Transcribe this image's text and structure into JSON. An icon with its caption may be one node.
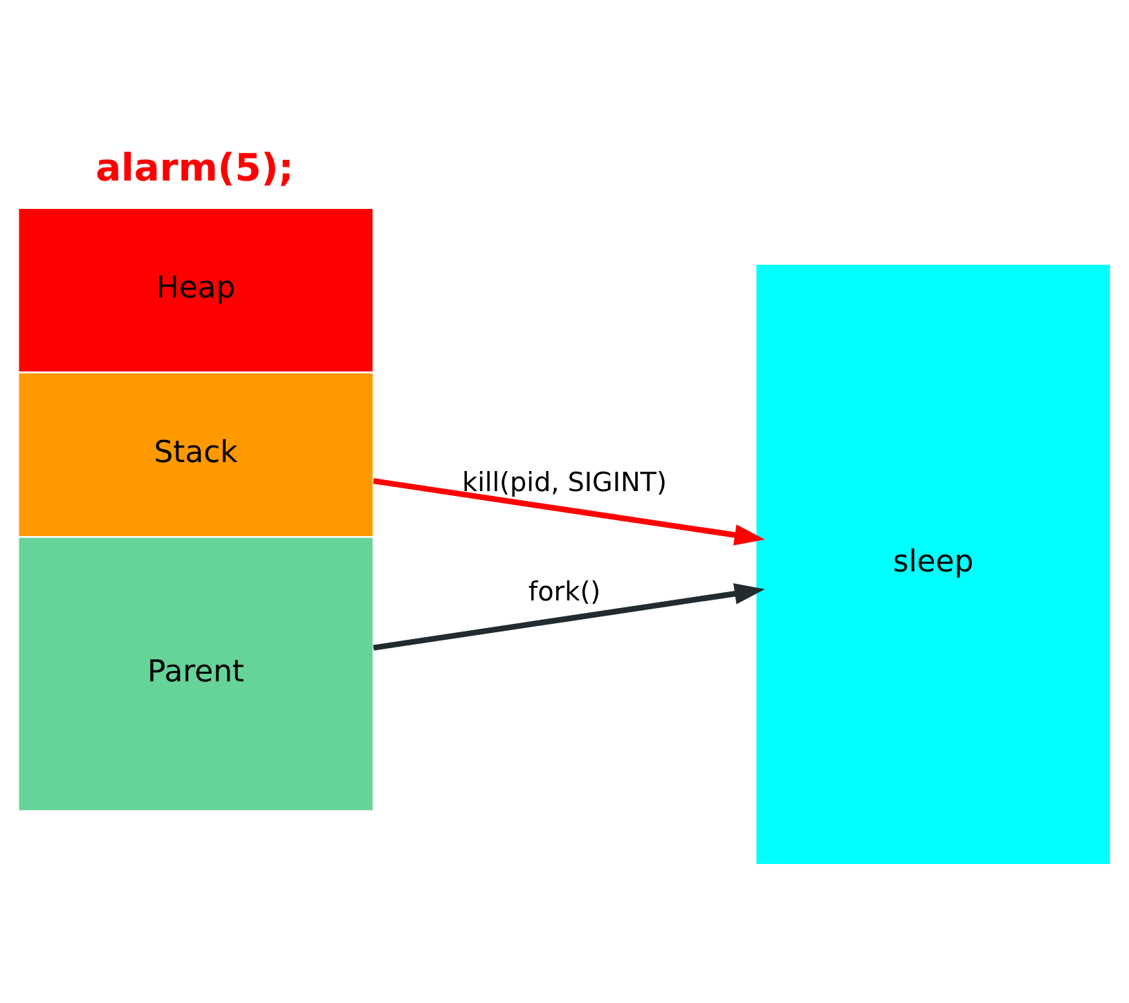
{
  "diagram": {
    "nodes": [
      {
        "text": [
          "Heap"
        ]
      },
      {
        "text": [
          "Parent"
        ]
      },
      {
        "text": [
          "Stack"
        ]
      },
      {
        "text": [
          "sleep"
        ]
      }
    ],
    "edges": [
      {
        "from": 1,
        "to": 3,
        "arrow": "to",
        "label": "fork()"
      },
      {
        "from": 2,
        "to": 3,
        "arrow": "to",
        "label": "kill(pid, SIGINT)",
        "color": "#ff0000"
      }
    ],
    "labels": [
      "alarm(5);"
    ]
  }
}
